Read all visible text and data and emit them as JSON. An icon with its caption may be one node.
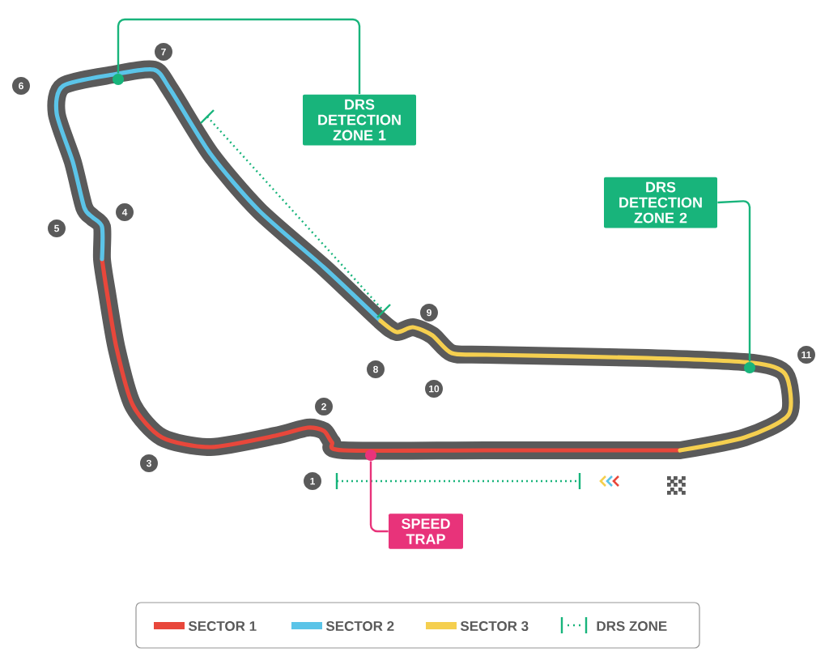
{
  "diagram": {
    "nodes": [
      {
        "text": [
          "DRS DETECTION ZONE 1"
        ]
      },
      {
        "text": [],
        "shape": "circle"
      },
      {
        "text": [
          "DRS DETECTION ZONE 2"
        ]
      },
      {
        "text": [],
        "shape": "circle"
      },
      {
        "text": [
          "SPEED TRAP"
        ]
      },
      {
        "text": [],
        "shape": "circle"
      },
      {
        "text": [
          "6"
        ]
      },
      {
        "text": [
          "7"
        ]
      },
      {
        "text": [
          "4"
        ]
      },
      {
        "text": [
          "5"
        ]
      },
      {
        "text": [
          "9"
        ]
      },
      {
        "text": [
          "8"
        ]
      },
      {
        "text": [
          "10"
        ]
      },
      {
        "text": [
          "11"
        ]
      },
      {
        "text": [
          "2"
        ]
      },
      {
        "text": [
          "3"
        ]
      },
      {
        "text": [
          "1"
        ]
      }
    ],
    "edges": [
      {
        "from": 0,
        "to": 1,
        "arrow": "none"
      },
      {
        "from": 2,
        "to": 3,
        "arrow": "none"
      },
      {
        "from": 4,
        "to": 5,
        "arrow": "none",
        "color": "#e8337a"
      }
    ],
    "legend": [
      {
        "text": "SECTOR 1",
        "color": "#e8473b"
      },
      {
        "text": "SECTOR 2",
        "color": "#5bc4e8"
      },
      {
        "text": "SECTOR 3",
        "color": "#f5cf4f"
      },
      {
        "text": "DRS ZONE"
      }
    ]
  }
}
